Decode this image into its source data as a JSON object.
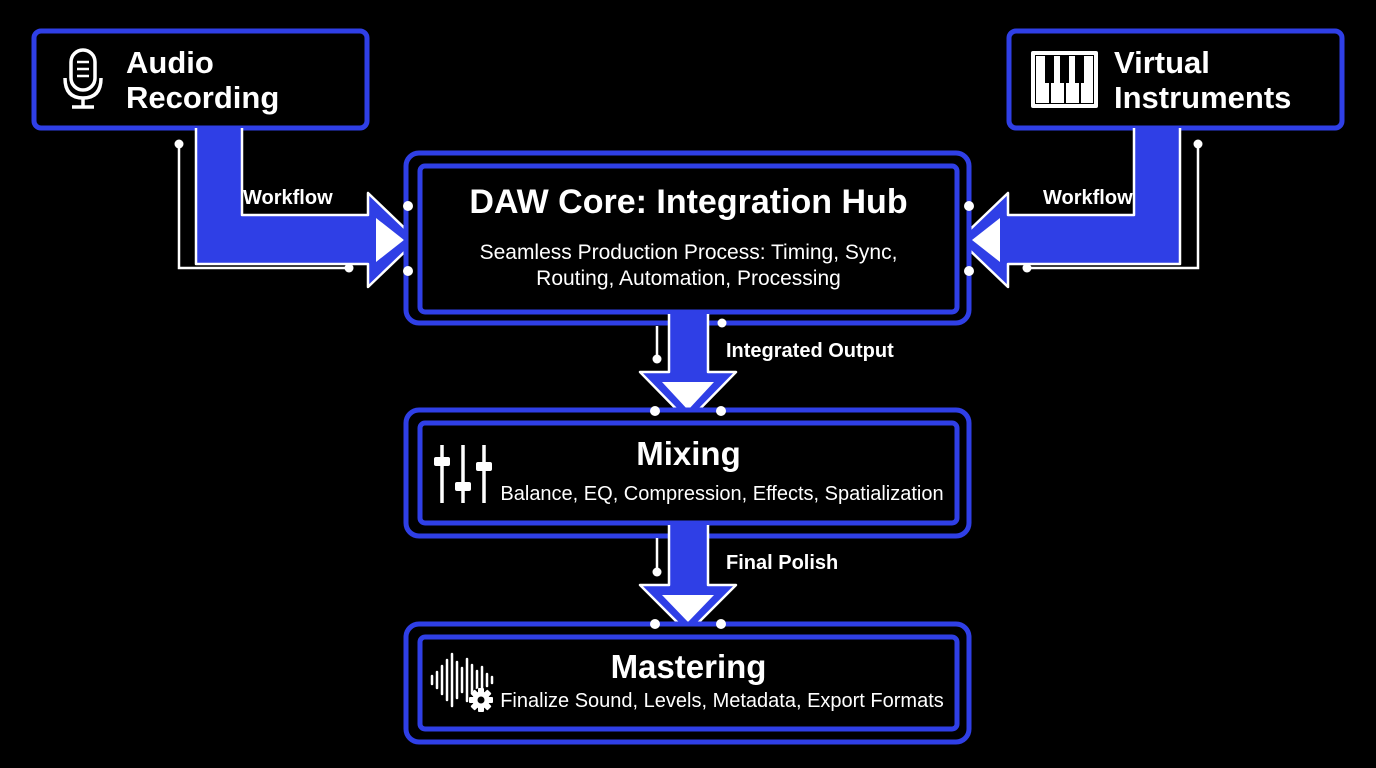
{
  "nodes": {
    "audio": {
      "title_line1": "Audio",
      "title_line2": "Recording",
      "icon": "microphone-icon"
    },
    "virtual": {
      "title_line1": "Virtual",
      "title_line2": "Instruments",
      "icon": "piano-keys-icon"
    },
    "hub": {
      "title": "DAW Core: Integration Hub",
      "sub_line1": "Seamless Production Process: Timing, Sync,",
      "sub_line2": "Routing, Automation, Processing"
    },
    "mixing": {
      "title": "Mixing",
      "sub": "Balance, EQ, Compression, Effects, Spatialization",
      "icon": "mixer-faders-icon"
    },
    "mastering": {
      "title": "Mastering",
      "sub": "Finalize Sound, Levels, Metadata, Export Formats",
      "icon": "waveform-gear-icon"
    }
  },
  "edges": {
    "audio_to_hub": "Workflow",
    "virtual_to_hub": "Workflow",
    "hub_to_mixing": "Integrated Output",
    "mixing_to_mastering": "Final Polish"
  },
  "colors": {
    "background": "#000000",
    "accent": "#2f3fe6",
    "text": "#ffffff"
  }
}
